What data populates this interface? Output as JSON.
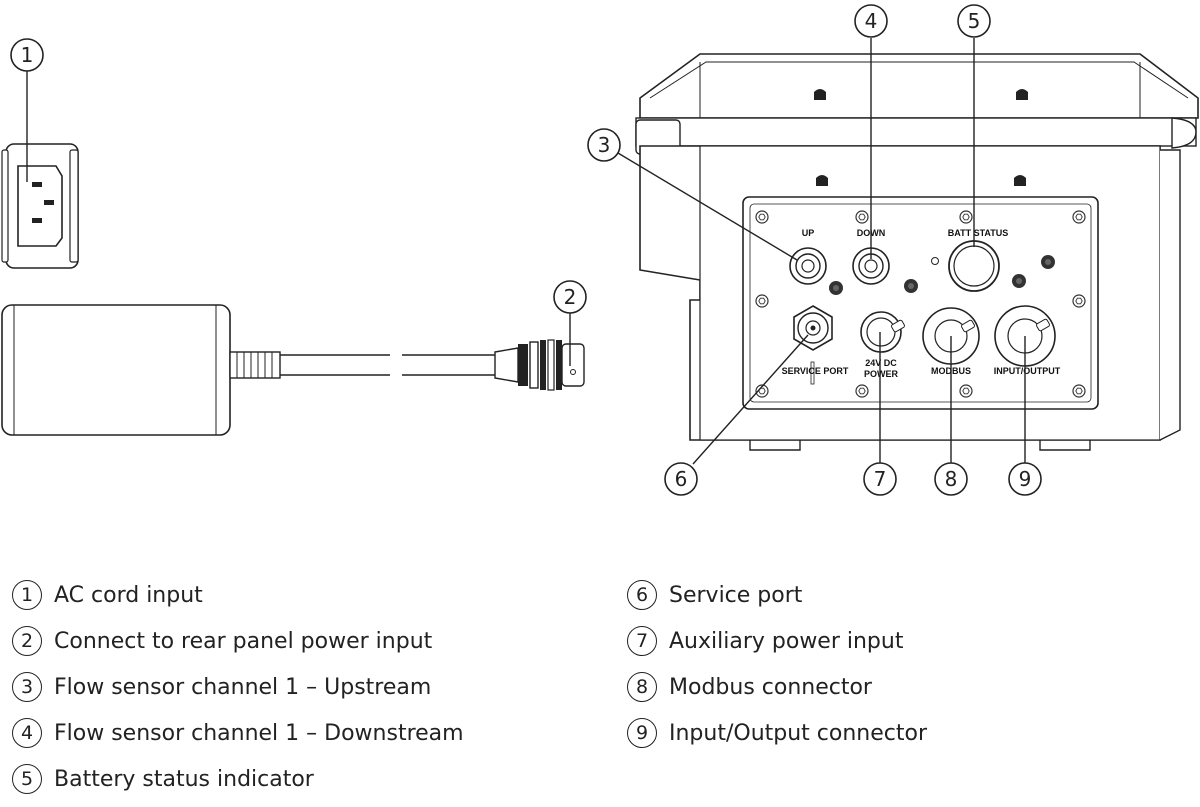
{
  "callouts": [
    {
      "num": "1",
      "text": "AC cord input"
    },
    {
      "num": "2",
      "text": "Connect to rear panel power input"
    },
    {
      "num": "3",
      "text": "Flow sensor channel 1 – Upstream"
    },
    {
      "num": "4",
      "text": "Flow sensor channel 1 – Downstream"
    },
    {
      "num": "5",
      "text": "Battery status indicator"
    },
    {
      "num": "6",
      "text": "Service port"
    },
    {
      "num": "7",
      "text": "Auxiliary power input"
    },
    {
      "num": "8",
      "text": "Modbus connector"
    },
    {
      "num": "9",
      "text": "Input/Output connector"
    }
  ],
  "panel_labels": {
    "up": "UP",
    "down": "DOWN",
    "batt_status": "BATT STATUS",
    "service_port": "SERVICE PORT",
    "power_line1": "24V DC",
    "power_line2": "POWER",
    "modbus": "MODBUS",
    "input_output": "INPUT/OUTPUT"
  }
}
